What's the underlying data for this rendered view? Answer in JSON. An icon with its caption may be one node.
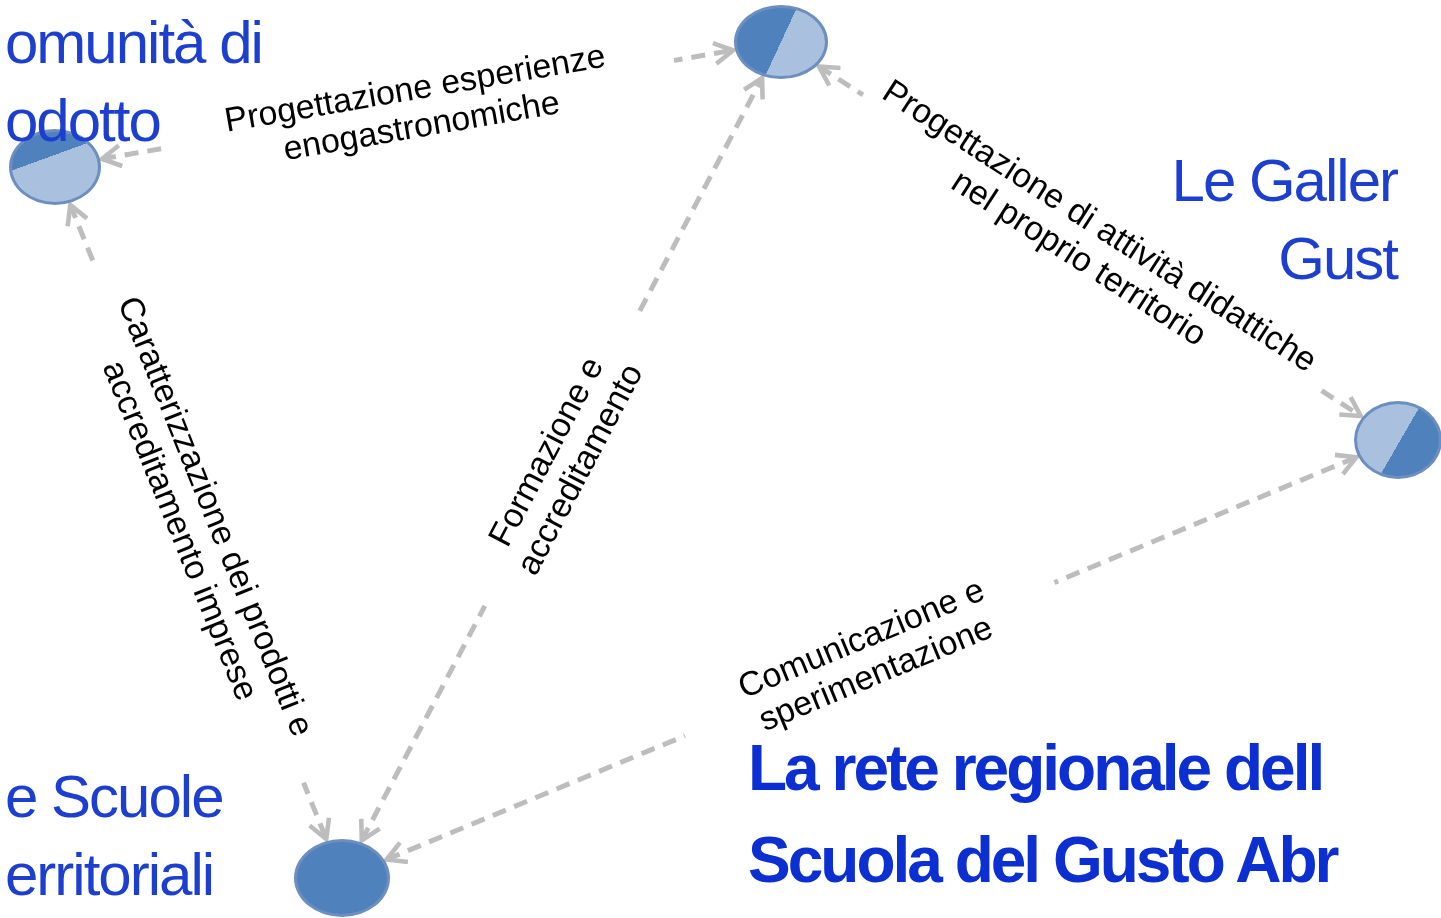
{
  "diagram": {
    "title": "La rete regionale dell Scuola del Gusto Abr",
    "nodes": [
      {
        "text": [],
        "shape": "circle",
        "beside": [
          "omunità di odotto"
        ]
      },
      {
        "text": [],
        "shape": "circle"
      },
      {
        "text": [],
        "shape": "circle",
        "beside": [
          "Le Galler Gust"
        ]
      },
      {
        "text": [],
        "shape": "circle",
        "beside": [
          "e Scuole erritoriali"
        ]
      }
    ],
    "edges": [
      {
        "from": 0,
        "to": 1,
        "arrow": "both",
        "style": "dashed",
        "label": "Progettazione esperienze enogastronomiche"
      },
      {
        "from": 1,
        "to": 2,
        "arrow": "both",
        "style": "dashed",
        "label": "Progettazione di attività didattiche nel proprio territorio"
      },
      {
        "from": 3,
        "to": 2,
        "arrow": "both",
        "style": "dashed",
        "label": "Comunicazione e sperimentazione"
      },
      {
        "from": 0,
        "to": 3,
        "arrow": "both",
        "style": "dashed",
        "label": "Caratterizzazione dei prodotti e accreditamento imprese"
      },
      {
        "from": 3,
        "to": 1,
        "arrow": "both",
        "style": "dashed",
        "label": "Formazione e accreditamento"
      }
    ]
  }
}
